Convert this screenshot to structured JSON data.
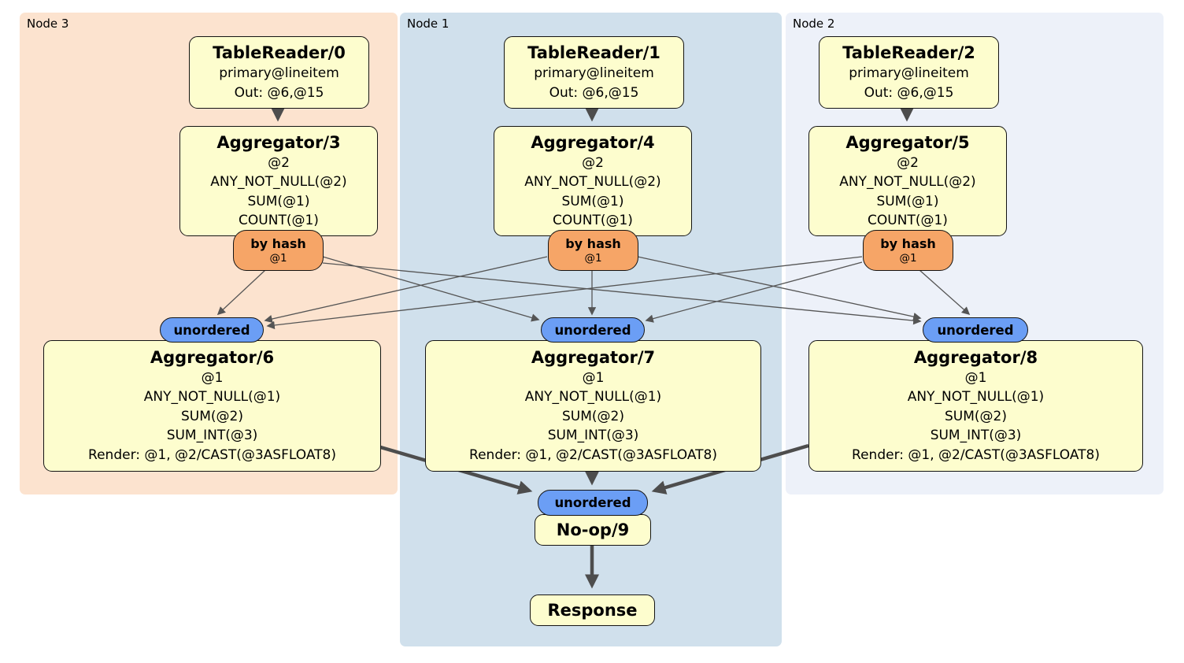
{
  "regions": [
    {
      "label": "Node 3",
      "bg": "#fce3cf"
    },
    {
      "label": "Node 1",
      "bg": "#d0e0ec"
    },
    {
      "label": "Node 2",
      "bg": "#edf1f9"
    }
  ],
  "processors": [
    {
      "title": "TableReader/0",
      "lines": [
        "primary@lineitem",
        "Out: @6,@15"
      ]
    },
    {
      "title": "Aggregator/3",
      "lines": [
        "@2",
        "ANY_NOT_NULL(@2)",
        "SUM(@1)",
        "COUNT(@1)"
      ]
    },
    {
      "title": "Aggregator/6",
      "lines": [
        "@1",
        "ANY_NOT_NULL(@1)",
        "SUM(@2)",
        "SUM_INT(@3)",
        "Render: @1, @2/CAST(@3ASFLOAT8)"
      ]
    },
    {
      "title": "TableReader/1",
      "lines": [
        "primary@lineitem",
        "Out: @6,@15"
      ]
    },
    {
      "title": "Aggregator/4",
      "lines": [
        "@2",
        "ANY_NOT_NULL(@2)",
        "SUM(@1)",
        "COUNT(@1)"
      ]
    },
    {
      "title": "Aggregator/7",
      "lines": [
        "@1",
        "ANY_NOT_NULL(@1)",
        "SUM(@2)",
        "SUM_INT(@3)",
        "Render: @1, @2/CAST(@3ASFLOAT8)"
      ]
    },
    {
      "title": "TableReader/2",
      "lines": [
        "primary@lineitem",
        "Out: @6,@15"
      ]
    },
    {
      "title": "Aggregator/5",
      "lines": [
        "@2",
        "ANY_NOT_NULL(@2)",
        "SUM(@1)",
        "COUNT(@1)"
      ]
    },
    {
      "title": "Aggregator/8",
      "lines": [
        "@1",
        "ANY_NOT_NULL(@1)",
        "SUM(@2)",
        "SUM_INT(@3)",
        "Render: @1, @2/CAST(@3ASFLOAT8)"
      ]
    },
    {
      "title": "No-op/9",
      "lines": []
    },
    {
      "title": "Response",
      "lines": []
    }
  ],
  "routers": [
    {
      "label": "by hash",
      "sub": "@1"
    },
    {
      "label": "by hash",
      "sub": "@1"
    },
    {
      "label": "by hash",
      "sub": "@1"
    }
  ],
  "synchronizers": [
    {
      "label": "unordered"
    },
    {
      "label": "unordered"
    },
    {
      "label": "unordered"
    },
    {
      "label": "unordered"
    }
  ],
  "colors": {
    "node3_bg": "#fce3cf",
    "node1_bg": "#d0e0ec",
    "node2_bg": "#edf1f9",
    "processor_bg": "#fdfdce",
    "router_bg": "#f6a567",
    "sync_bg": "#6b9ef5",
    "border": "#141414",
    "edge_thin": "#555555",
    "edge_thick": "#4d4d4d"
  }
}
